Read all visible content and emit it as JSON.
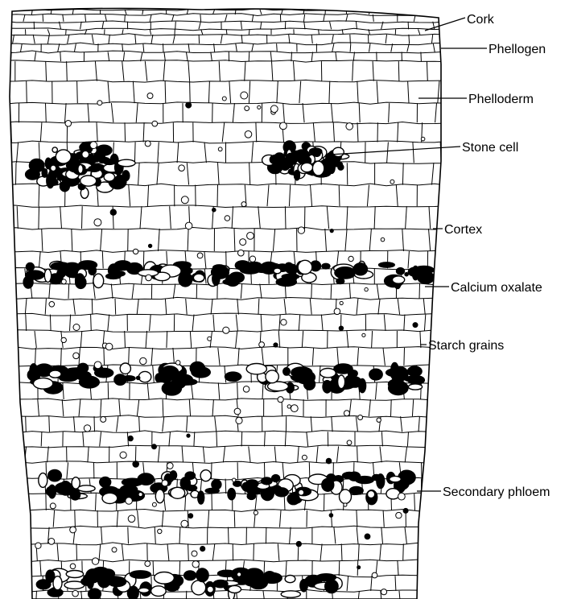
{
  "labels": {
    "cork": "Cork",
    "phellogen": "Phellogen",
    "phelloderm": "Phelloderm",
    "stone_cell": "Stone cell",
    "cortex": "Cortex",
    "calcium_oxalate": "Calcium oxalate",
    "starch_grains": "Starch grains",
    "secondary_phloem": "Secondary phloem"
  },
  "colors": {
    "ink": "#000000",
    "paper": "#ffffff"
  }
}
